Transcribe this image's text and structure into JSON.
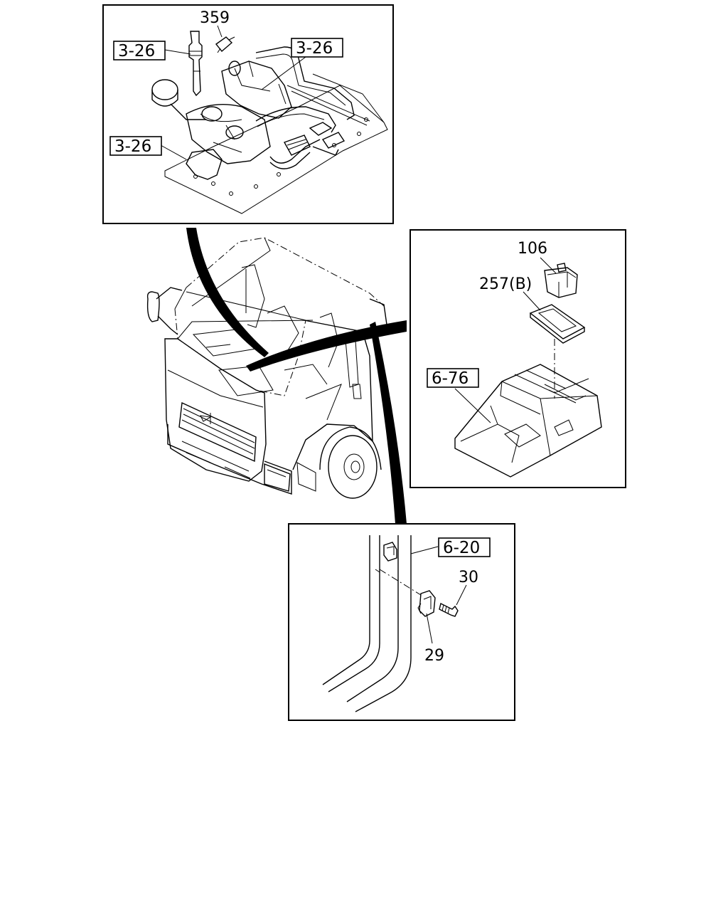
{
  "callouts": {
    "part_359": "359",
    "part_106": "106",
    "part_257b": "257(B)",
    "part_30": "30",
    "part_29": "29"
  },
  "references": {
    "ref_3_26_a": "3-26",
    "ref_3_26_b": "3-26",
    "ref_3_26_c": "3-26",
    "ref_6_76": "6-76",
    "ref_6_20": "6-20"
  }
}
